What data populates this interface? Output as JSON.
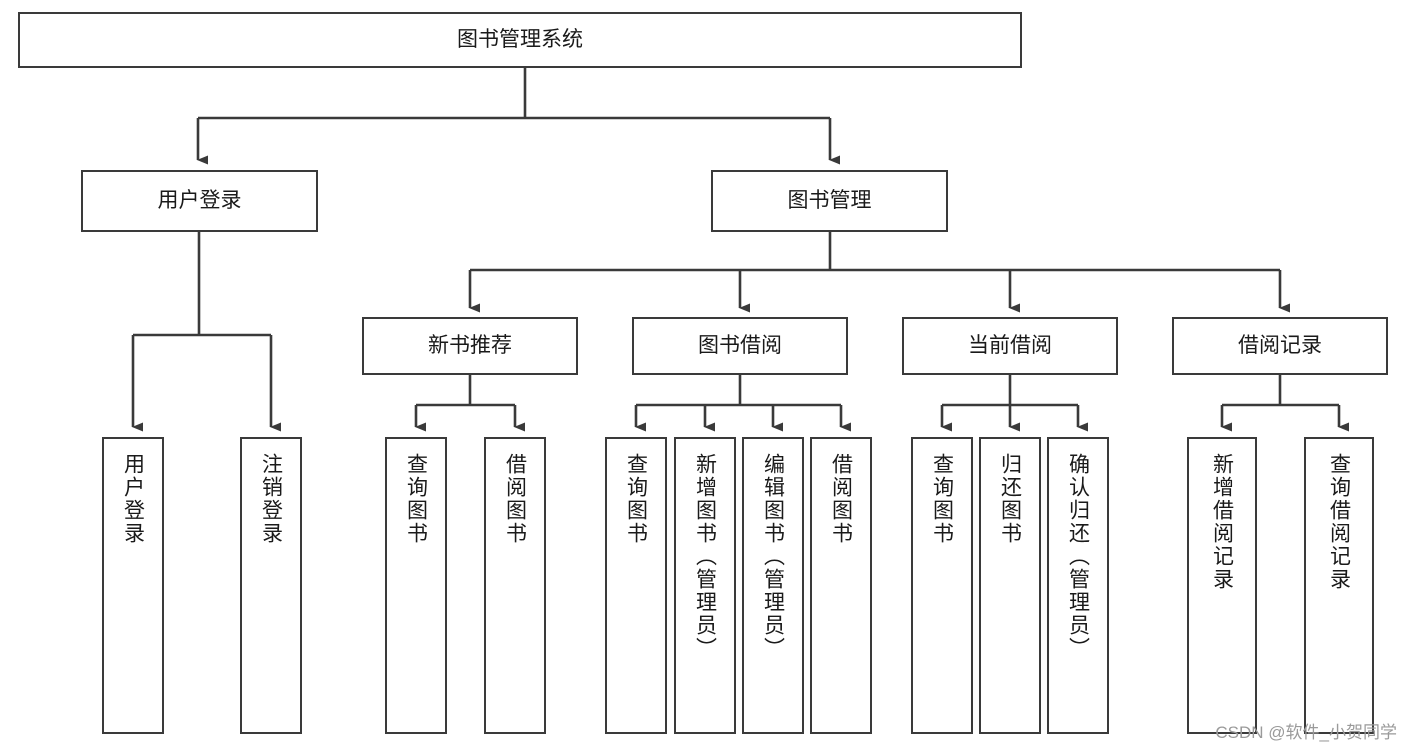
{
  "diagram": {
    "title": "图书管理系统",
    "type": "tree-hierarchy-chart",
    "stroke_color": "#3a3a3a",
    "text_color": "#1a1a1a",
    "background_color": "#ffffff"
  },
  "nodes": {
    "root": {
      "label": "图书管理系统"
    },
    "level2": [
      {
        "id": "user-login",
        "label": "用户登录"
      },
      {
        "id": "book-manage",
        "label": "图书管理"
      }
    ],
    "level3": [
      {
        "id": "new-book-recommend",
        "label": "新书推荐"
      },
      {
        "id": "book-borrow",
        "label": "图书借阅"
      },
      {
        "id": "current-borrow",
        "label": "当前借阅"
      },
      {
        "id": "borrow-record",
        "label": "借阅记录"
      }
    ],
    "leaves": {
      "user_login": [
        {
          "id": "leaf-user-login",
          "label": "用户登录"
        },
        {
          "id": "leaf-logout-login",
          "label": "注销登录"
        }
      ],
      "new_book_recommend": [
        {
          "id": "leaf-query-book-1",
          "label": "查询图书"
        },
        {
          "id": "leaf-borrow-book-1",
          "label": "借阅图书"
        }
      ],
      "book_borrow": [
        {
          "id": "leaf-query-book-2",
          "label": "查询图书"
        },
        {
          "id": "leaf-add-book",
          "label": "新增图书（管理员）"
        },
        {
          "id": "leaf-edit-book",
          "label": "编辑图书（管理员）"
        },
        {
          "id": "leaf-borrow-book-2",
          "label": "借阅图书"
        }
      ],
      "current_borrow": [
        {
          "id": "leaf-query-book-3",
          "label": "查询图书"
        },
        {
          "id": "leaf-return-book",
          "label": "归还图书"
        },
        {
          "id": "leaf-confirm-return",
          "label": "确认归还（管理员）"
        }
      ],
      "borrow_record": [
        {
          "id": "leaf-add-record",
          "label": "新增借阅记录"
        },
        {
          "id": "leaf-query-record",
          "label": "查询借阅记录"
        }
      ]
    }
  },
  "watermark": {
    "text": "CSDN @软件_小贺同学"
  }
}
